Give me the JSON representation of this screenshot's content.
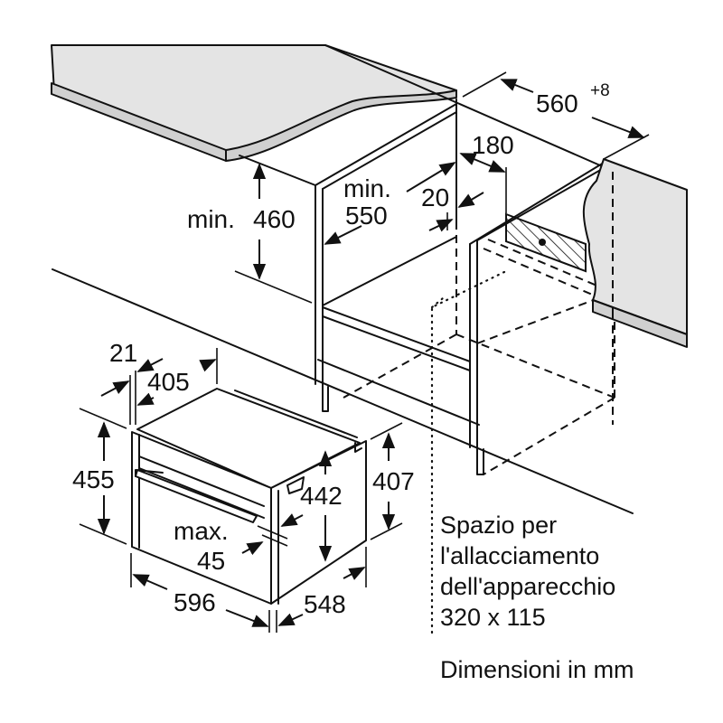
{
  "diagram": {
    "type": "installation-dimension-drawing",
    "subject": "built-in oven installation in tall cabinet",
    "units_note": "Dimensioni in mm",
    "installation_niche": {
      "width_label": "560",
      "width_tolerance": "+8",
      "depth_min_prefix": "min.",
      "depth_min_value": "550",
      "height_above_min_prefix": "min.",
      "height_above_min_value": "460",
      "rear_gap": "20",
      "vent_depth": "180"
    },
    "appliance": {
      "width": "596",
      "depth": "548",
      "height": "455",
      "body_height": "442",
      "side_height": "407",
      "front_panel_depth": "21",
      "top_depth": "405",
      "handle_projection_prefix": "max.",
      "handle_projection_value": "45"
    },
    "connection_space": {
      "line1": "Spazio per",
      "line2": "l'allacciamento",
      "line3": "dell'apparecchio",
      "line4": "320 x 115"
    }
  }
}
